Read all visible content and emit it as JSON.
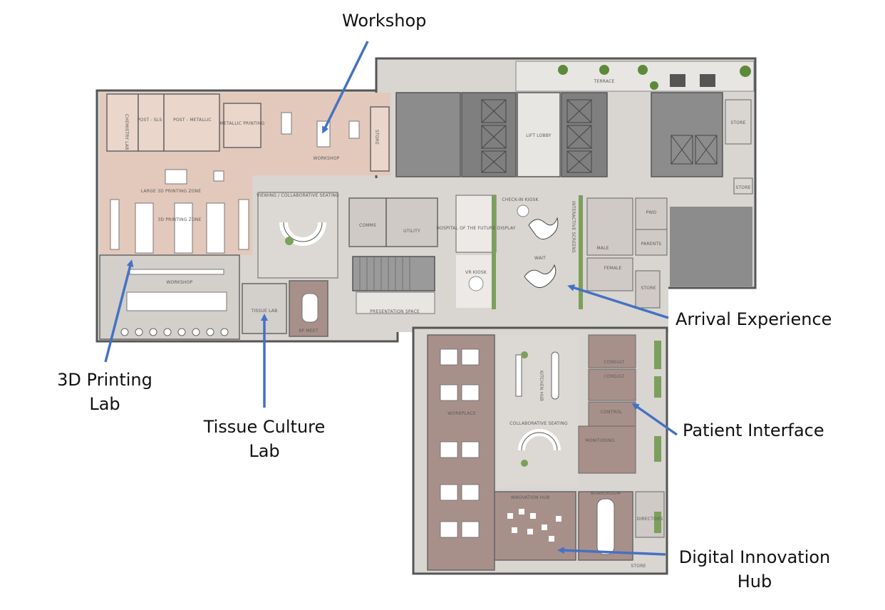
{
  "callouts": {
    "workshop": "Workshop",
    "printing_lab": [
      "3D Printing",
      "Lab"
    ],
    "tissue_culture_lab": [
      "Tissue Culture",
      "Lab"
    ],
    "arrival_experience": "Arrival Experience",
    "patient_interface": "Patient Interface",
    "digital_innovation_hub": [
      "Digital Innovation",
      "Hub"
    ]
  },
  "room_labels": {
    "chemistry_lab": "CHEMISTRY LAB",
    "post_sls": "POST - SLS",
    "post_metallic": "POST - METALLIC",
    "metallic_printing": "METALLIC PRINTING",
    "workshop_upper": "WORKSHOP",
    "store_upper": "STORE",
    "large_3d_printing_zone": "LARGE 3D PRINTING ZONE",
    "printing_zone": "3D PRINTING ZONE",
    "viewing_seating": "VIEWING / COLLABORATIVE SEATING",
    "comms": "COMMS",
    "utility": "UTILITY",
    "hospital_future": "HOSPITAL OF THE FUTURE DISPLAY",
    "check_in_kiosk": "CHECK-IN KIOSK",
    "interactive_screens": "INTERACTIVE SCREENS",
    "wait": "WAIT",
    "vr_kiosk": "VR KIOSK",
    "presentation_space": "PRESENTATION SPACE",
    "workshop_lower": "WORKSHOP",
    "tissue_lab": "TISSUE LAB",
    "meet": "8P MEET",
    "lift_lobby": "LIFT LOBBY",
    "terrace": "TERRACE",
    "store_right": "STORE",
    "store_right2": "STORE",
    "pwd": "PWD",
    "parents": "PARENTS",
    "male": "MALE",
    "female": "FEMALE",
    "store_mid": "STORE",
    "workplace": "WORKPLACE",
    "kitchen_hub": "KITCHEN HUB",
    "collaborative_seating": "COLLABORATIVE SEATING",
    "consult_1": "CONSULT",
    "consult_2": "CONSULT",
    "control": "CONTROL",
    "monitoring": "MONITORING",
    "innovation_hub": "INNOVATION HUB",
    "boardroom": "BOARDROOM",
    "store_bottom": "STORE",
    "directors": "DIRECTORS"
  },
  "colors": {
    "arrow": "#4472c4",
    "lab_zone": "#e3c9bb",
    "circulation": "#dcd8d4",
    "workplace_zone": "#a8908a",
    "core": "#8c8c8c",
    "wall": "#5c5c5c"
  }
}
